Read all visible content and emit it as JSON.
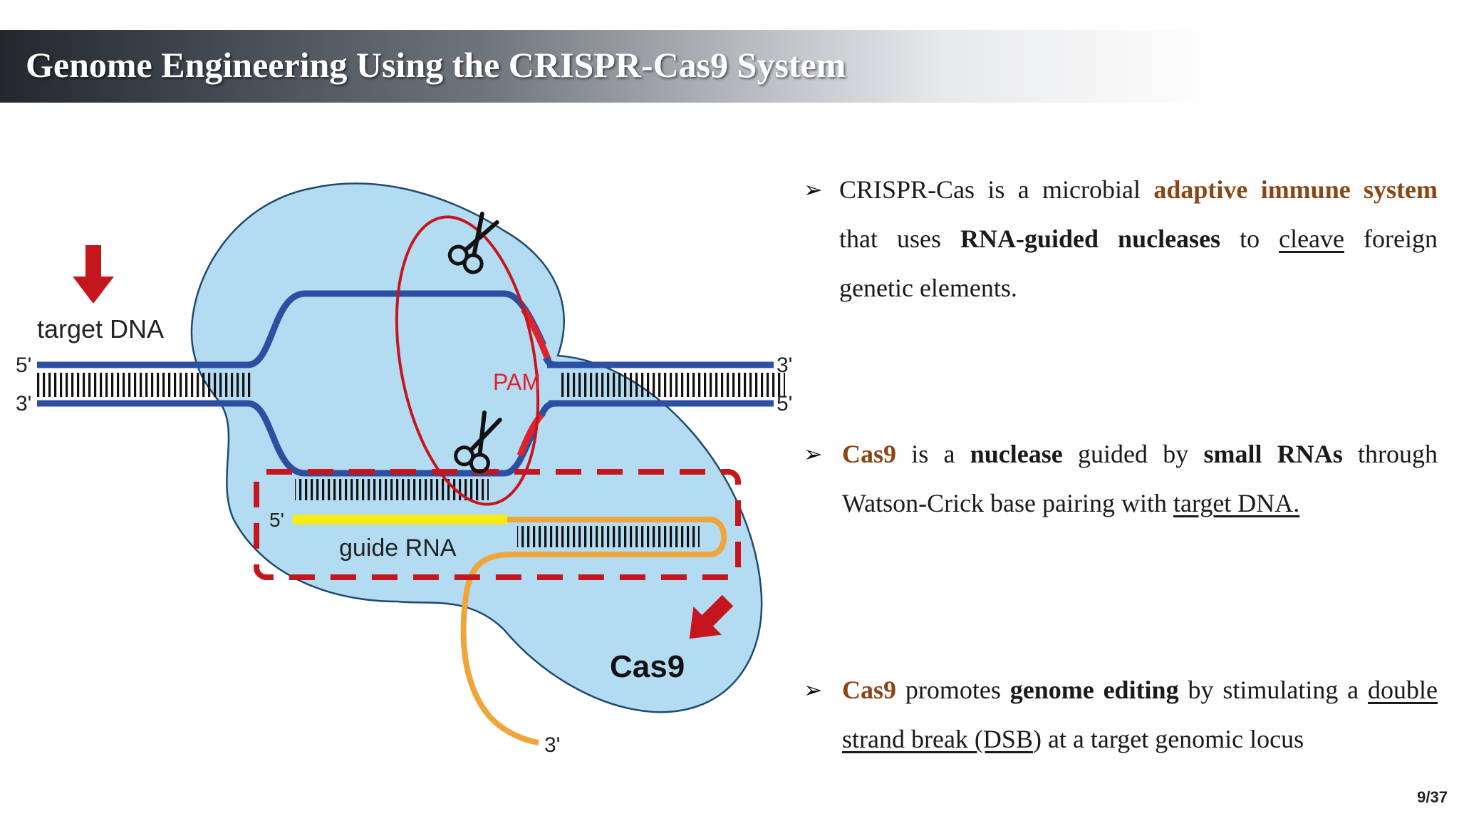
{
  "title": "Genome Engineering Using the CRISPR-Cas9 System",
  "diagram": {
    "target_dna_label": "target DNA",
    "five_prime_top_left": "5'",
    "three_prime_bottom_left": "3'",
    "three_prime_top_right": "3'",
    "five_prime_bottom_right": "5'",
    "pam_label": "PAM",
    "guide_five_prime": "5'",
    "guide_rna_label": "guide RNA",
    "cas9_label": "Cas9",
    "tail_three_prime": "3'",
    "colors": {
      "protein": "#b3dcf3",
      "dna": "#2d4fa1",
      "pam": "#e0222e",
      "guide": "#f5ea1a",
      "tracr": "#f0a53a",
      "highlight": "#c4161c"
    }
  },
  "bullets": [
    {
      "marker": "➢",
      "segments": [
        {
          "text": "CRISPR-Cas is a microbial ",
          "style": ""
        },
        {
          "text": "adaptive immune system",
          "style": "brown"
        },
        {
          "text": " that uses ",
          "style": ""
        },
        {
          "text": "RNA-guided nucleases",
          "style": "b"
        },
        {
          "text": " to ",
          "style": ""
        },
        {
          "text": "cleave",
          "style": "u"
        },
        {
          "text": " foreign genetic elements.",
          "style": ""
        }
      ]
    },
    {
      "marker": "➢",
      "segments": [
        {
          "text": "Cas9",
          "style": "brown"
        },
        {
          "text": " is a ",
          "style": ""
        },
        {
          "text": "nuclease",
          "style": "b"
        },
        {
          "text": " guided by ",
          "style": ""
        },
        {
          "text": "small RNAs",
          "style": "b"
        },
        {
          "text": " through Watson-Crick base pairing with ",
          "style": ""
        },
        {
          "text": "target DNA.",
          "style": "u"
        }
      ]
    },
    {
      "marker": "➢",
      "segments": [
        {
          "text": "Cas9",
          "style": "brown"
        },
        {
          "text": " promotes ",
          "style": ""
        },
        {
          "text": "genome editing",
          "style": "b"
        },
        {
          "text": " by stimulating a ",
          "style": ""
        },
        {
          "text": "double strand break (DSB",
          "style": "u"
        },
        {
          "text": ") at a target genomic locus",
          "style": ""
        }
      ]
    }
  ],
  "page_number": "9/37"
}
